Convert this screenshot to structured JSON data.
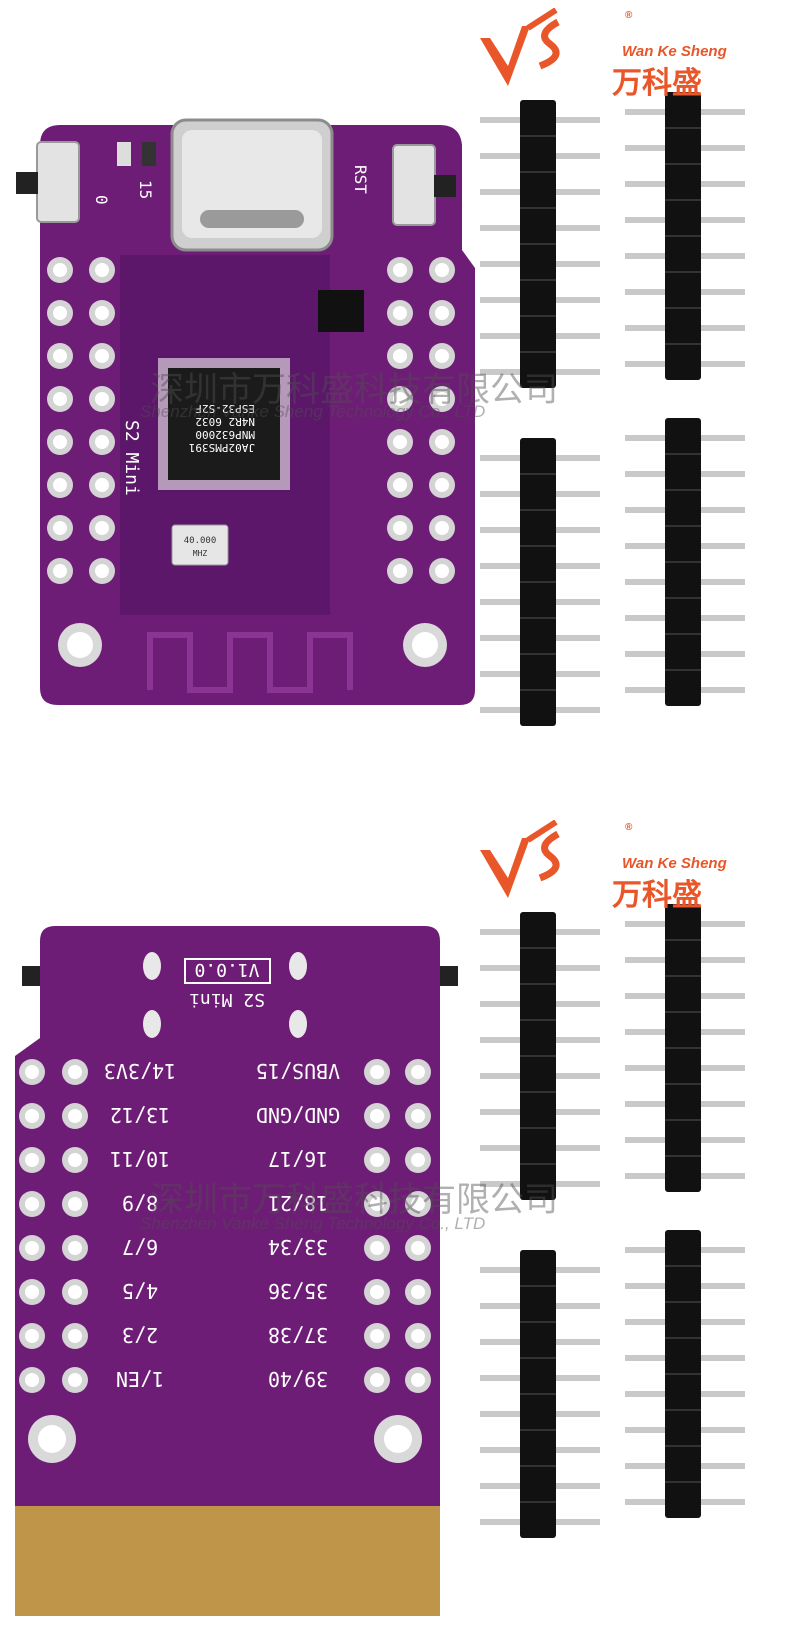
{
  "brand": {
    "name_en": "Wan Ke Sheng",
    "name_cn": "万科盛",
    "registered_mark": "®"
  },
  "watermark": {
    "cn": "深圳市万科盛科技有限公司",
    "en": "Shenzhen Vanke Sheng Technology Co., LTD"
  },
  "top_board": {
    "button_left_label": "0",
    "button_right_label": "RST",
    "led_label": "15",
    "model_label": "S2 Mini",
    "crystal_freq": "40.000",
    "crystal_unit": "MHZ",
    "chip_lines": [
      "ESP32-S2F",
      "N4R2 6032",
      "MNP632000",
      "JA02PMS391"
    ]
  },
  "bottom_board": {
    "version": "V1.0.0",
    "model_label": "S2 Mini",
    "pins_left": [
      "14/3V3",
      "13/12",
      "10/11",
      "8/9",
      "6/7",
      "4/5",
      "2/3",
      "1/EN"
    ],
    "pins_right": [
      "VBUS/15",
      "GND/GND",
      "16/17",
      "18/21",
      "33/34",
      "35/36",
      "37/38",
      "39/40"
    ]
  },
  "colors": {
    "pcb": "#6e1d76",
    "pcb_dark": "#4f1257",
    "brand_orange": "#e8562a",
    "header_black": "#111111",
    "pin_silver": "#c9c9c9"
  }
}
